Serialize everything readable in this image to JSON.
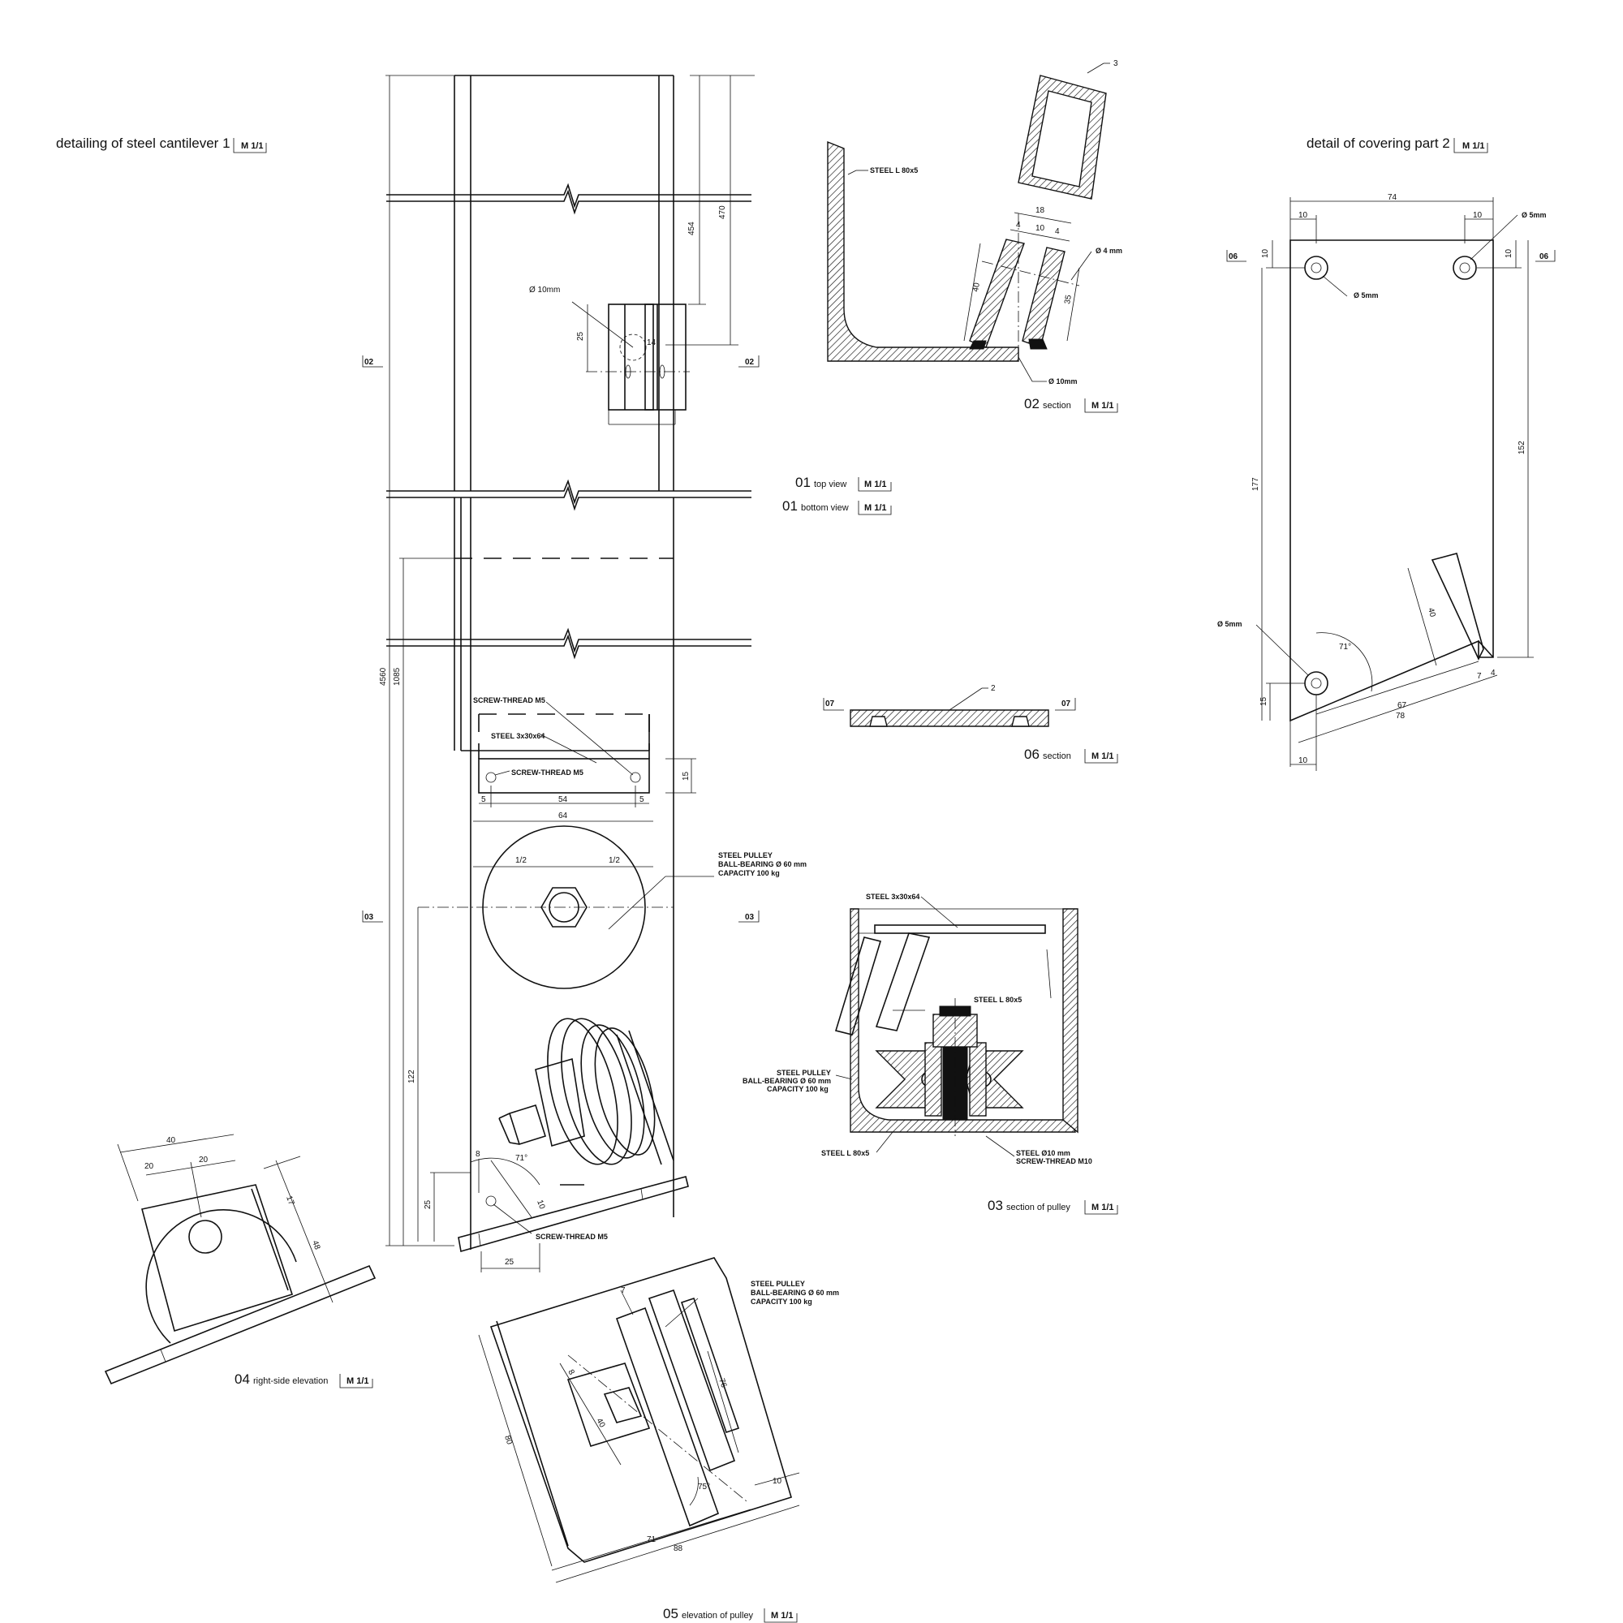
{
  "sheet": {
    "title_cantilever": "detailing of steel cantilever 1",
    "title_covering": "detail of covering part 2",
    "scale": "M 1/1"
  },
  "captions": [
    {
      "num": "01",
      "text": "top view"
    },
    {
      "num": "01",
      "text": "bottom view"
    },
    {
      "num": "02",
      "text": "section"
    },
    {
      "num": "06",
      "text": "section"
    },
    {
      "num": "03",
      "text": "section of pulley"
    },
    {
      "num": "04",
      "text": "right-side elevation"
    },
    {
      "num": "05",
      "text": "elevation of pulley"
    }
  ],
  "section_marks": {
    "m02": "02",
    "m03": "03",
    "m06": "06",
    "m07": "07"
  },
  "view01": {
    "hole": "Ø 10mm",
    "screw_top": "SCREW-THREAD M5",
    "plate": "STEEL 3x30x64",
    "screw_left": "SCREW-THREAD M5",
    "screw_bottom": "SCREW-THREAD  M5",
    "pulley": [
      "STEEL PULLEY",
      "BALL-BEARING Ø 60 mm",
      "CAPACITY 100 kg"
    ],
    "dims": [
      "454",
      "470",
      "25",
      "14",
      "4560",
      "1085",
      "15",
      "5",
      "54",
      "5",
      "64",
      "1/2",
      "1/2",
      "122",
      "8",
      "71°",
      "25",
      "10",
      "25"
    ]
  },
  "view02": {
    "angle": "STEEL L 80x5",
    "hole": "Ø 4 mm",
    "bolt": "Ø 10mm",
    "item": "3",
    "dims": [
      "18",
      "4",
      "10",
      "4",
      "40",
      "35"
    ]
  },
  "view06": {
    "item": "2"
  },
  "view03": {
    "plate": "STEEL 3x30x64",
    "angle_right": "STEEL L 80x5",
    "pulley": [
      "STEEL PULLEY",
      "BALL-BEARING Ø 60 mm",
      "CAPACITY 100 kg"
    ],
    "angle_bottom": "STEEL L 80x5",
    "rod": [
      "STEEL Ø10 mm",
      "SCREW-THREAD M10"
    ]
  },
  "view04": {
    "dims": [
      "40",
      "20",
      "20",
      "17",
      "48"
    ]
  },
  "view05": {
    "pulley": [
      "STEEL PULLEY",
      "BALL-BEARING Ø 60 mm",
      "CAPACITY 100 kg"
    ],
    "dims": [
      "7",
      "8",
      "40",
      "76",
      "75°",
      "10",
      "71",
      "88",
      "80"
    ]
  },
  "covering": {
    "hole_right": "Ø 5mm",
    "hole_left": "Ø 5mm",
    "hole_bottom": "Ø 5mm",
    "dims": [
      "74",
      "10",
      "10",
      "10",
      "10",
      "177",
      "152",
      "40",
      "71°",
      "15",
      "67",
      "78",
      "7",
      "4",
      "10"
    ]
  }
}
